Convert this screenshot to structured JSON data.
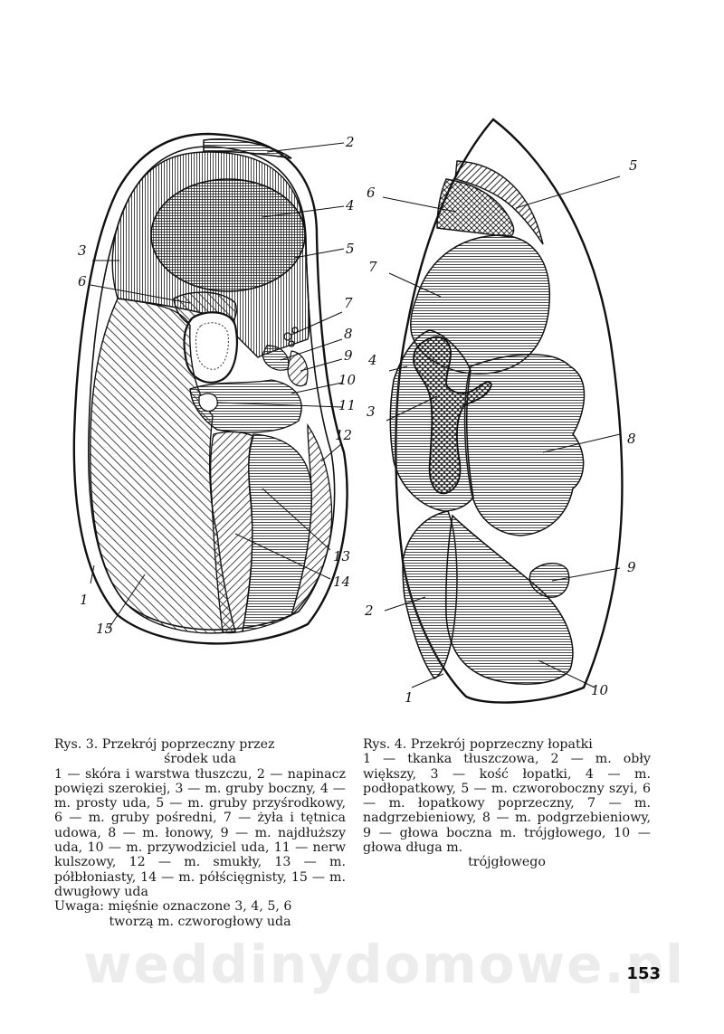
{
  "figure3": {
    "labels": [
      "2",
      "4",
      "3",
      "5",
      "6",
      "7",
      "8",
      "9",
      "10",
      "11",
      "12",
      "13",
      "14",
      "1",
      "15"
    ],
    "caption_title_1": "Rys. 3. Przekrój poprzeczny przez",
    "caption_title_2": "środek uda",
    "caption_body": "1 — skóra i warstwa tłuszczu, 2 — napinacz powięzi szerokiej, 3 — m. gruby boczny, 4 — m. prosty uda, 5 — m. gruby przyśrodkowy, 6 — m. gruby pośredni, 7 — żyła i tętnica udowa, 8 — m. łonowy, 9 — m. najdłuższy uda, 10 — m. przywodziciel uda, 11 — nerw kulszowy, 12 — m. smukły, 13 — m. półbłoniasty, 14 — m. półścięgnisty, 15 — m. dwugłowy uda",
    "caption_note_1": "Uwaga: mięśnie oznaczone 3, 4, 5, 6",
    "caption_note_2": "tworzą m. czworogłowy uda"
  },
  "figure4": {
    "labels": [
      "5",
      "6",
      "7",
      "4",
      "3",
      "8",
      "9",
      "2",
      "1",
      "10"
    ],
    "caption_title": "Rys. 4. Przekrój poprzeczny łopatki",
    "caption_body": "1 — tkanka tłuszczowa, 2 — m. obły większy, 3 — kość łopatki, 4 — m. podłopatkowy, 5 — m. czworoboczny szyi, 6 — m. łopatkowy poprzeczny, 7 — m. nadgrzebieniowy, 8 — m. podgrzebieniowy, 9 — głowa boczna m. trójgłowego, 10 — głowa długa m.",
    "caption_tail": "trójgłowego"
  },
  "watermark": "weddinydomowe.pl",
  "page_number": "153"
}
